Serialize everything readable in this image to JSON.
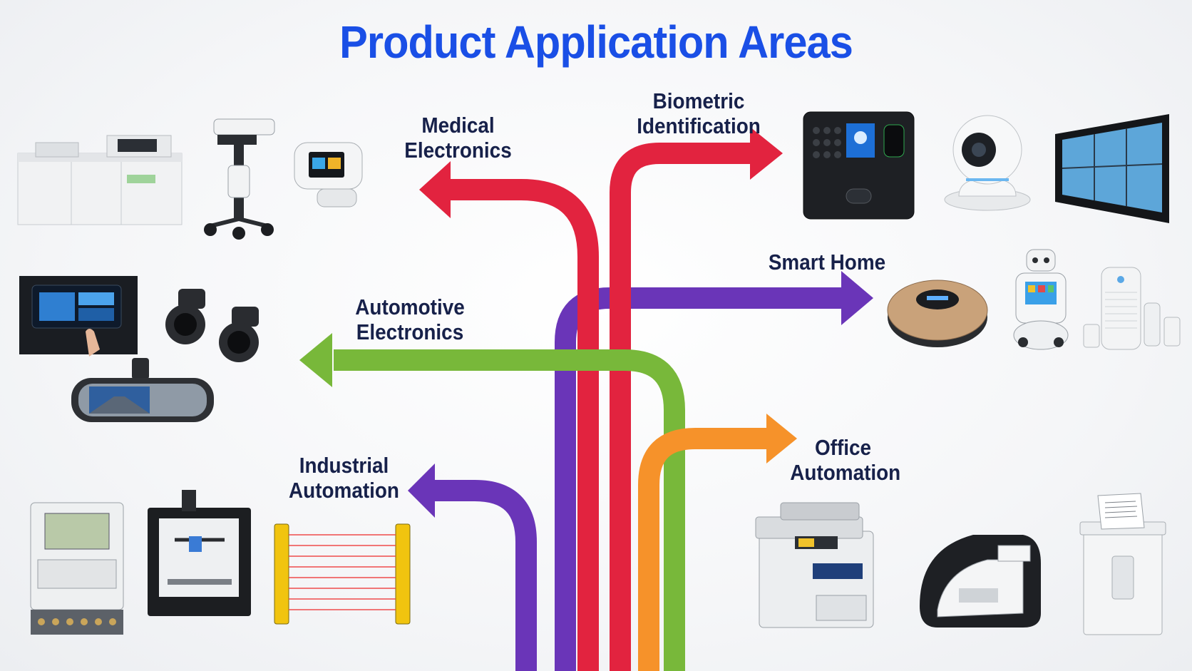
{
  "title": "Product Application Areas",
  "areas": [
    {
      "id": "medical",
      "line1": "Medical",
      "line2": "Electronics",
      "color": "#e2233f",
      "devices": [
        "lab-analyzer-icon",
        "medical-cart-icon",
        "pulse-oximeter-icon"
      ]
    },
    {
      "id": "biometric",
      "line1": "Biometric",
      "line2": "Identification",
      "color": "#e2233f",
      "devices": [
        "biometric-terminal-icon",
        "security-camera-icon",
        "touch-panel-display-icon"
      ]
    },
    {
      "id": "smart_home",
      "line1": "Smart Home",
      "line2": "",
      "color": "#6a35b8",
      "devices": [
        "robot-vacuum-icon",
        "service-robot-icon",
        "air-purifier-icon"
      ]
    },
    {
      "id": "automotive",
      "line1": "Automotive",
      "line2": "Electronics",
      "color": "#78b83a",
      "devices": [
        "car-touchscreen-icon",
        "camera-modules-icon",
        "rearview-mirror-icon"
      ]
    },
    {
      "id": "industrial",
      "line1": "Industrial",
      "line2": "Automation",
      "color": "#6a35b8",
      "devices": [
        "electricity-meter-icon",
        "3d-printer-icon",
        "safety-light-curtain-icon"
      ]
    },
    {
      "id": "office",
      "line1": "Office",
      "line2": "Automation",
      "color": "#f6922a",
      "devices": [
        "multifunction-printer-icon",
        "money-counter-icon",
        "paper-shredder-icon"
      ]
    }
  ]
}
